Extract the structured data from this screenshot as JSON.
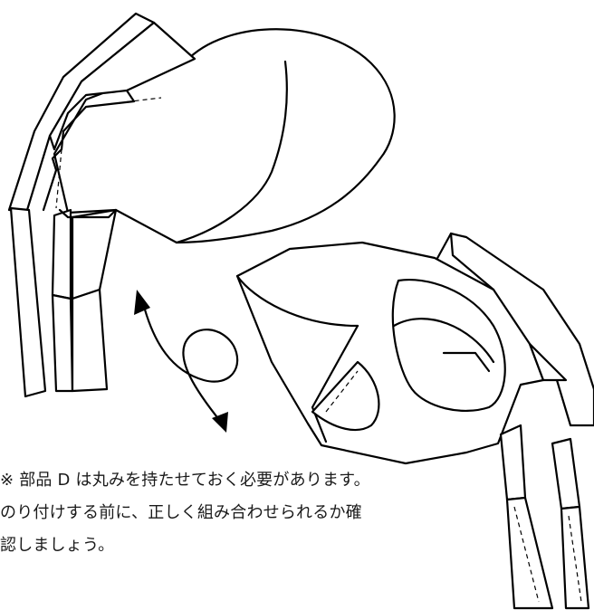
{
  "instructions": {
    "lines": [
      "※ 部品 D は丸みを持たせておく必要があります。",
      "のり付けする前に、正しく組み合わせられるか確",
      "認しましょう。"
    ]
  },
  "colors": {
    "line": "#000000",
    "background": "#ffffff",
    "text": "#1a1a1a"
  }
}
